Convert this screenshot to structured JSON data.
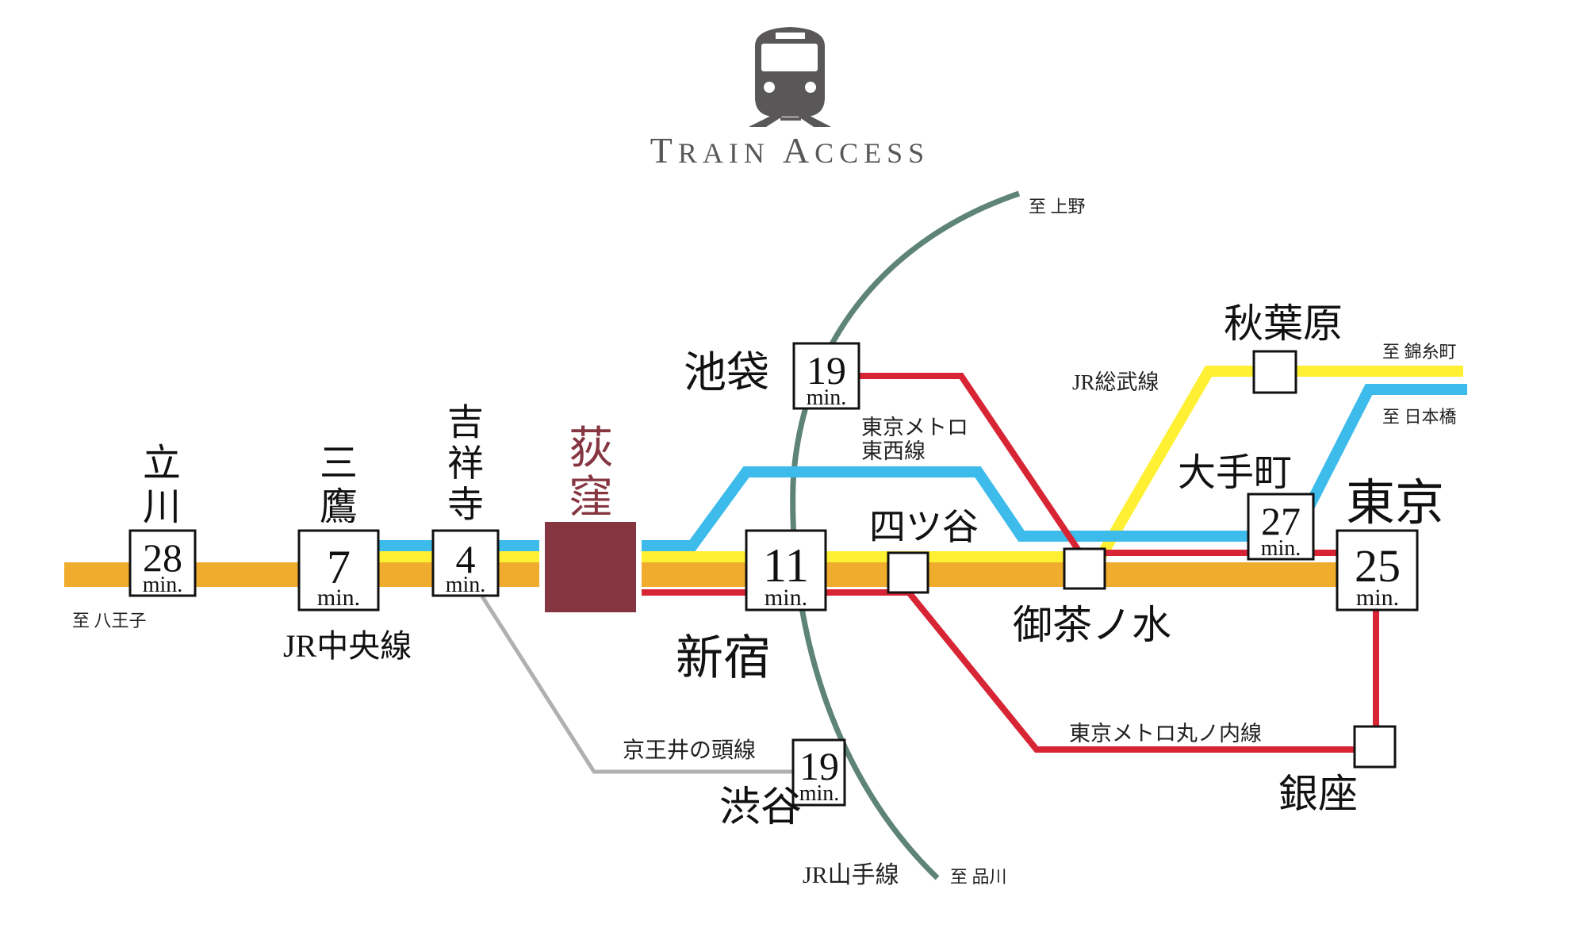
{
  "header": {
    "title_first": "T",
    "title_rest1": "RAIN",
    "title_second": "A",
    "title_rest2": "CCESS",
    "icon": "train-icon"
  },
  "colors": {
    "chuo": "#F0AC2D",
    "sobu": "#FFF033",
    "tozai": "#3DBBEB",
    "marunouchi": "#D82535",
    "yamanote": "#5E8377",
    "keio": "#B0B0B0",
    "origin": "#863641",
    "icon": "#595757"
  },
  "origin": {
    "name_1": "荻",
    "name_2": "窪"
  },
  "stations": {
    "tachikawa": {
      "name_1": "立",
      "name_2": "川",
      "minutes": "28",
      "unit": "min."
    },
    "mitaka": {
      "name_1": "三",
      "name_2": "鷹",
      "minutes": "7",
      "unit": "min."
    },
    "kichijoji": {
      "name_1": "吉",
      "name_2": "祥",
      "name_3": "寺",
      "minutes": "4",
      "unit": "min."
    },
    "shinjuku": {
      "name": "新宿",
      "minutes": "11",
      "unit": "min."
    },
    "ikebukuro": {
      "name": "池袋",
      "minutes": "19",
      "unit": "min."
    },
    "shibuya": {
      "name": "渋谷",
      "minutes": "19",
      "unit": "min."
    },
    "yotsuya": {
      "name": "四ツ谷"
    },
    "ochanomizu": {
      "name": "御茶ノ水"
    },
    "akihabara": {
      "name": "秋葉原"
    },
    "otemachi": {
      "name": "大手町",
      "minutes": "27",
      "unit": "min."
    },
    "tokyo": {
      "name": "東京",
      "minutes": "25",
      "unit": "min."
    },
    "ginza": {
      "name": "銀座"
    }
  },
  "lines": {
    "chuo": "JR中央線",
    "sobu": "JR総武線",
    "tozai_1": "東京メトロ",
    "tozai_2": "東西線",
    "marunouchi": "東京メトロ丸ノ内線",
    "yamanote": "JR山手線",
    "keio": "京王井の頭線"
  },
  "directions": {
    "hachioji": "至 八王子",
    "ueno": "至 上野",
    "shinagawa": "至 品川",
    "kinshicho": "至 錦糸町",
    "nihonbashi": "至 日本橋"
  }
}
